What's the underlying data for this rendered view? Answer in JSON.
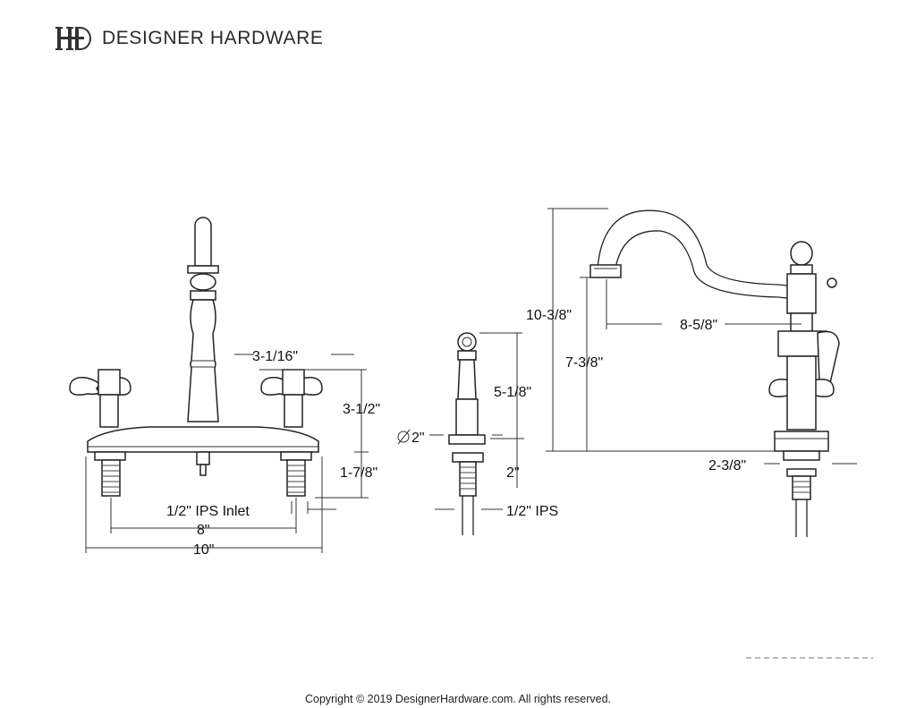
{
  "brand": {
    "name": "DESIGNER HARDWARE",
    "logo_icon": "dh-monogram-icon"
  },
  "dimensions": {
    "handle_height": "3-1/16\"",
    "handle_to_deck": "3-1/2\"",
    "deck_to_shank": "1-7/8\"",
    "inlet": "1/2\" IPS Inlet",
    "center_spread": "8\"",
    "overall_width": "10\"",
    "sprayer_diameter": "2\"",
    "sprayer_height": "5-1/8\"",
    "sprayer_shank": "2\"",
    "sprayer_ips": "1/2\" IPS",
    "overall_height": "10-3/8\"",
    "spout_reach": "8-5/8\"",
    "spout_clearance": "7-3/8\"",
    "base_diameter": "2-3/8\""
  },
  "footer": {
    "copyright": "Copyright © 2019 DesignerHardware.com. All rights reserved."
  }
}
